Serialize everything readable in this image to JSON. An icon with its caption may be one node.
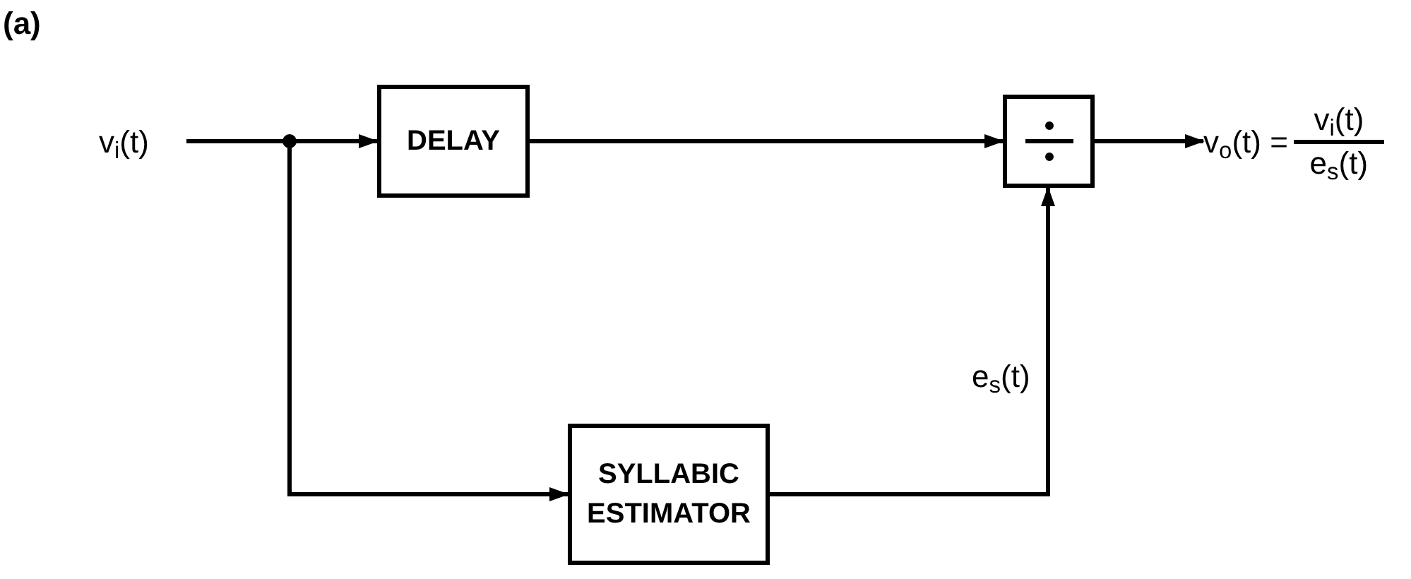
{
  "diagram": {
    "nodes": [
      {
        "text": [
          "v$_{i}$(t)"
        ]
      },
      {
        "text": [
          "DELAY"
        ]
      },
      {
        "text": [],
        "shape": "box"
      },
      {
        "text": [
          "SYLLABIC ESTIMATOR"
        ]
      },
      {
        "text": [
          "v$_{o}$(t) =",
          "v$_{i}$(t)",
          "e$_{s}$(t)"
        ]
      }
    ],
    "edges": [
      {
        "from": 0,
        "to": 1,
        "arrow": "to"
      },
      {
        "from": 0,
        "to": 3,
        "arrow": "to"
      },
      {
        "from": 1,
        "to": 2,
        "arrow": "to"
      },
      {
        "from": 3,
        "to": 2,
        "arrow": "to",
        "label": "e$_{s}$(t)"
      },
      {
        "from": 2,
        "to": 4,
        "arrow": "to"
      }
    ],
    "labels": [
      "(a)"
    ]
  }
}
